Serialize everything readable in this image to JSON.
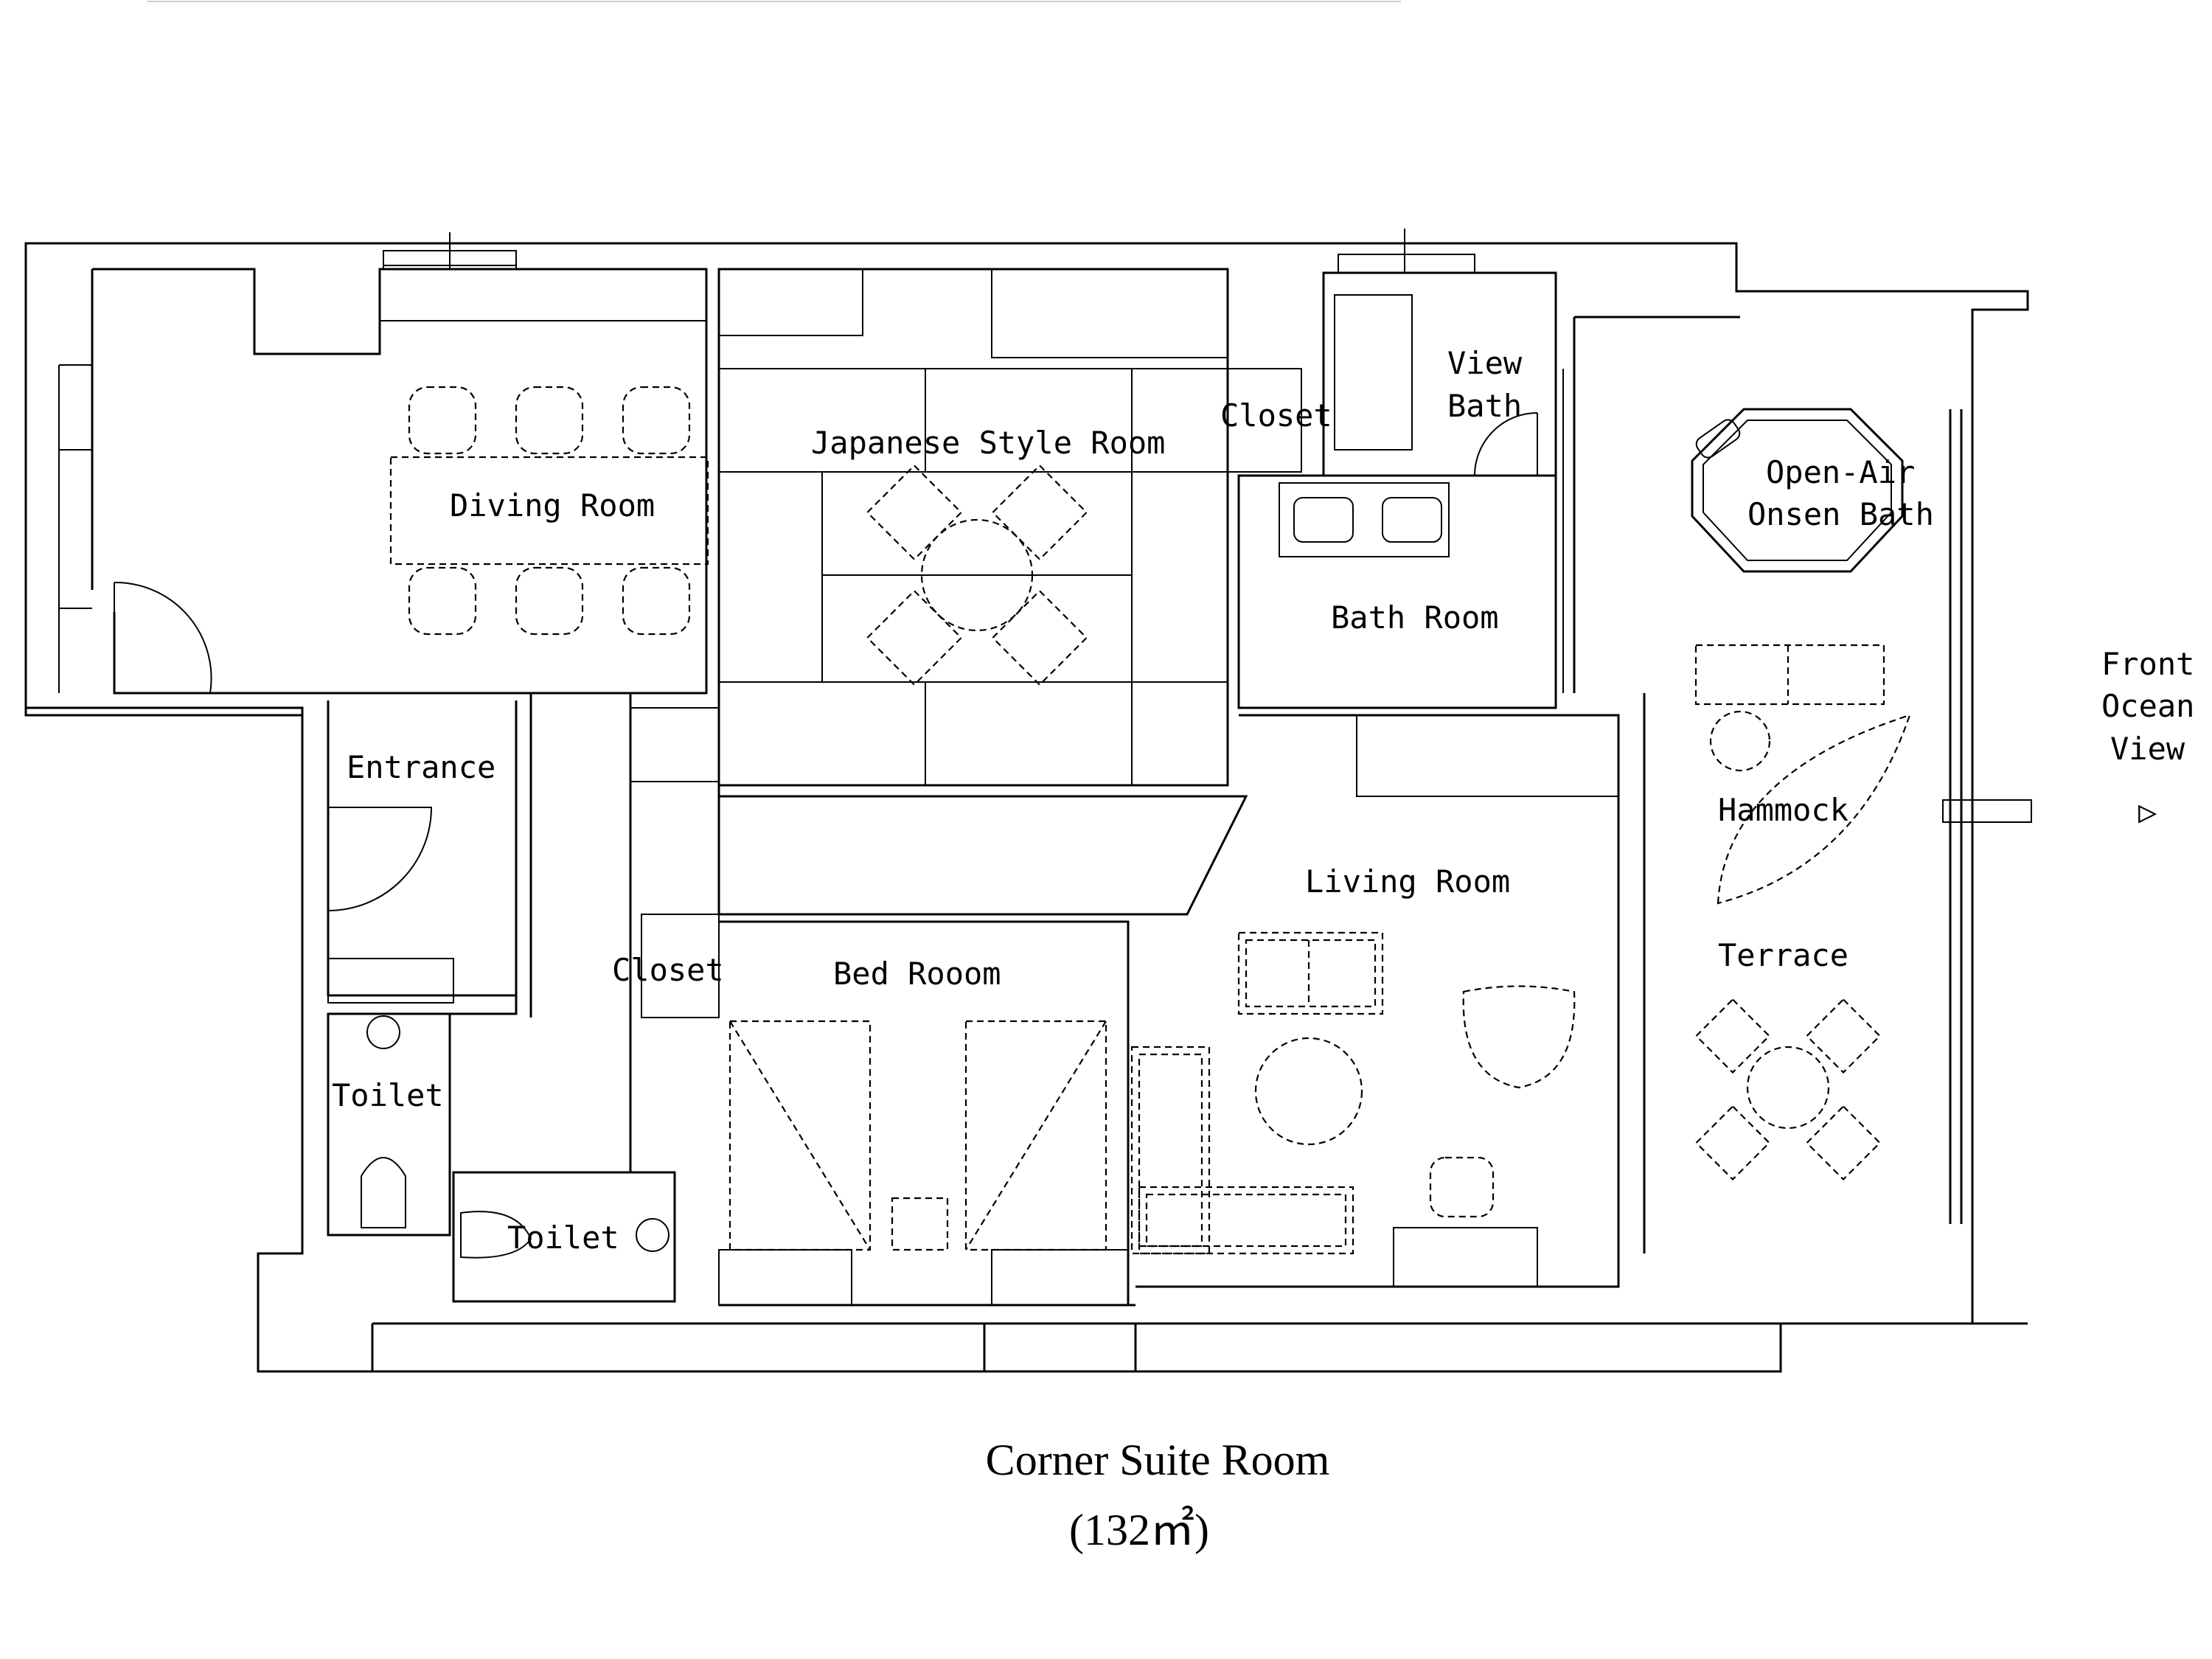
{
  "plan": {
    "rooms": {
      "diving": "Diving Room",
      "japanese": "Japanese Style Room",
      "closet_top": "Closet",
      "view_bath_1": "View",
      "view_bath_2": "Bath",
      "onsen_1": "Open-Air",
      "onsen_2": "Onsen Bath",
      "bath_room": "Bath Room",
      "entrance": "Entrance",
      "living": "Living Room",
      "hammock": "Hammock",
      "terrace": "Terrace",
      "closet_left": "Closet",
      "bed": "Bed Rooom",
      "toilet_1": "Toilet",
      "toilet_2": "Toilet"
    },
    "view_label": [
      "Front",
      "Ocean",
      "View"
    ],
    "view_arrow": "▷",
    "title": "Corner Suite Room",
    "area": "(132㎡)"
  }
}
